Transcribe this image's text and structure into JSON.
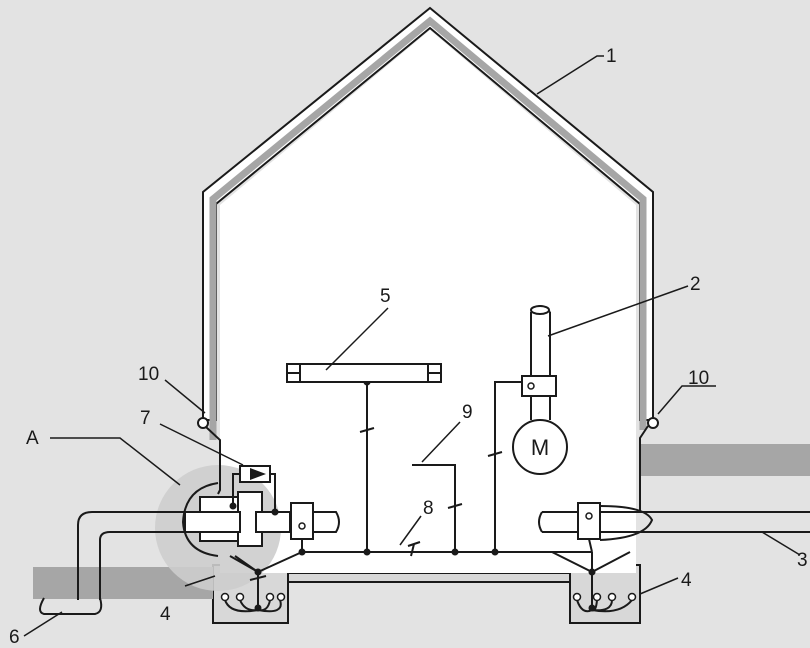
{
  "labels": {
    "l1": "1",
    "l2": "2",
    "l3": "3",
    "l4a": "4",
    "l4b": "4",
    "l5": "5",
    "l6": "6",
    "l7": "7",
    "l8": "8",
    "l9": "9",
    "l10a": "10",
    "l10b": "10",
    "lA": "A",
    "motor": "M"
  },
  "colors": {
    "background": "#e3e3e3",
    "line": "#1a1a1a",
    "wall_fill": "#ffffff",
    "wall_shield": "#a6a6a6",
    "ground_band": "#a6a6a6",
    "detail_circle": "#cdcdcd"
  }
}
